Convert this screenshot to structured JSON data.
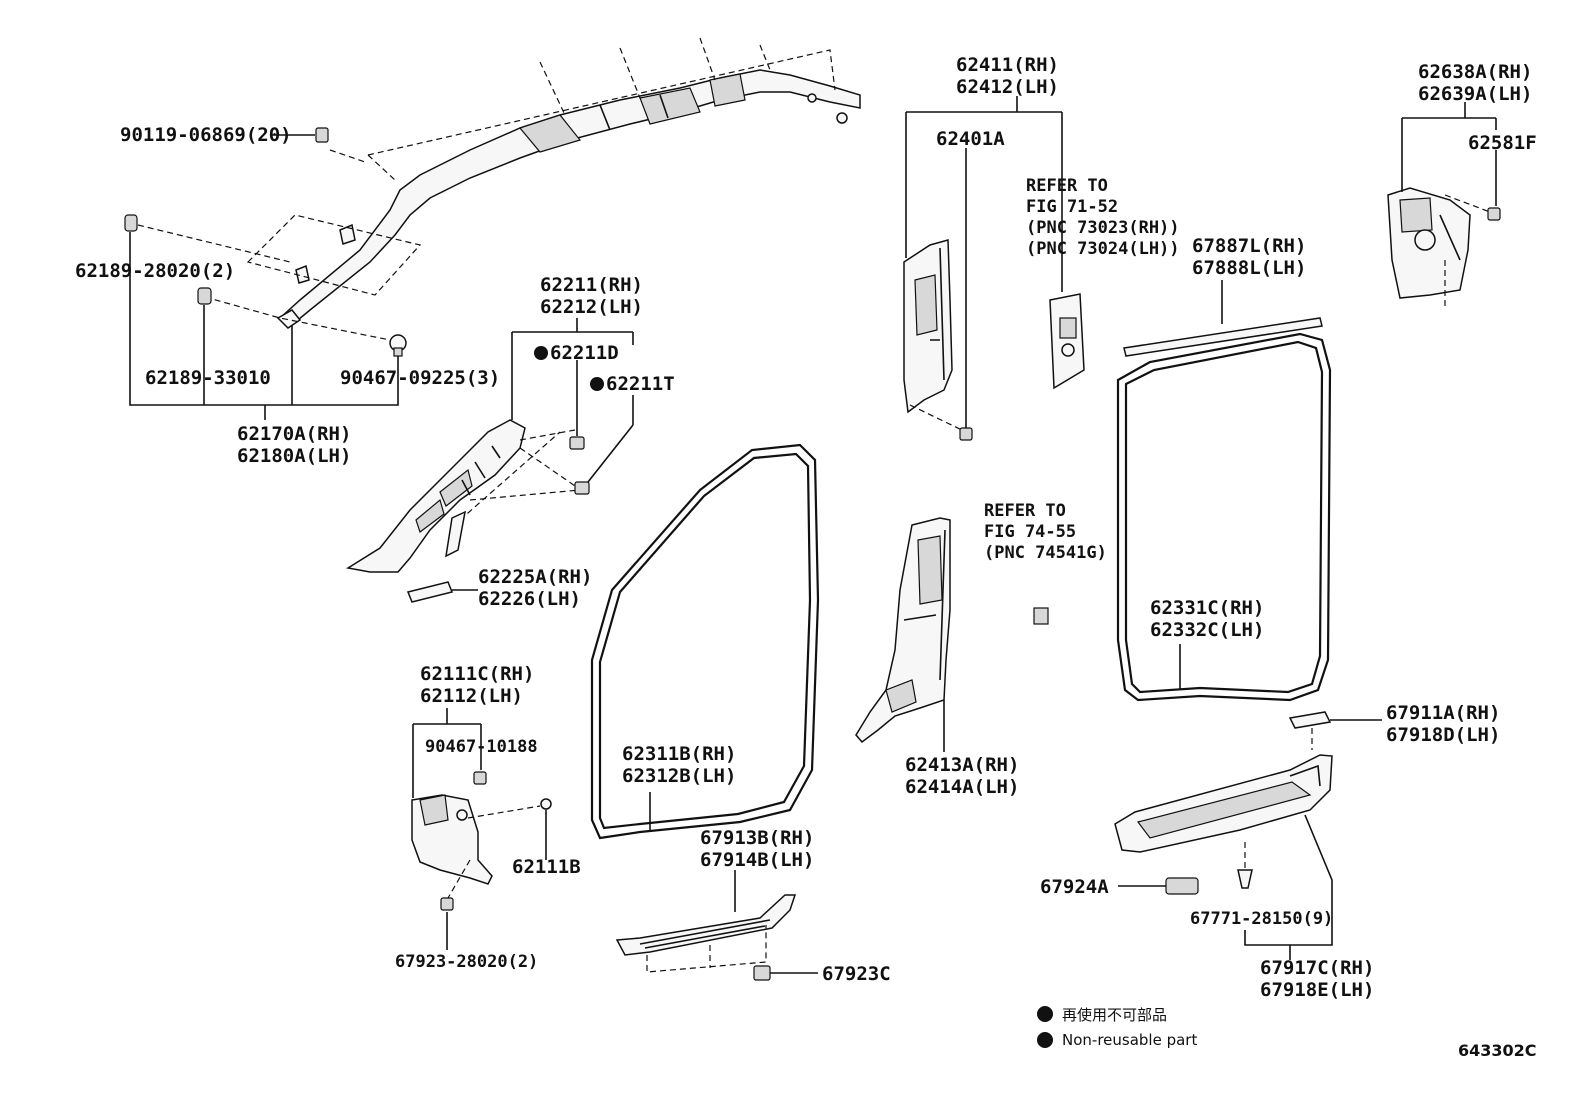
{
  "labels": {
    "p90119": "90119-06869(20)",
    "p62189a": "62189-28020(2)",
    "p62189b": "62189-33010",
    "p90467a": "90467-09225(3)",
    "p62170": "62170A(RH)",
    "p62180": "62180A(LH)",
    "p62211": "62211(RH)",
    "p62212": "62212(LH)",
    "p62211d": "62211D",
    "p62211t": "62211T",
    "p62225": "62225A(RH)",
    "p62226": "62226(LH)",
    "p62111c": "62111C(RH)",
    "p62112": "62112(LH)",
    "p90467b": "90467-10188",
    "p62111b": "62111B",
    "p67923a": "67923-28020(2)",
    "p62311": "62311B(RH)",
    "p62312": "62312B(LH)",
    "p67913": "67913B(RH)",
    "p67914": "67914B(LH)",
    "p67923c": "67923C",
    "p62411": "62411(RH)",
    "p62412": "62412(LH)",
    "p62401": "62401A",
    "p62413": "62413A(RH)",
    "p62414": "62414A(LH)",
    "p62638": "62638A(RH)",
    "p62639": "62639A(LH)",
    "p62581": "62581F",
    "p67887": "67887L(RH)",
    "p67888": "67888L(LH)",
    "p62331": "62331C(RH)",
    "p62332": "62332C(LH)",
    "p67911": "67911A(RH)",
    "p67918d": "67918D(LH)",
    "p67924": "67924A",
    "p67771": "67771-28150(9)",
    "p67917": "67917C(RH)",
    "p67918e": "67918E(LH)"
  },
  "refer1": [
    "REFER TO",
    "FIG 71-52",
    "(PNC 73023(RH))",
    "(PNC 73024(LH))"
  ],
  "refer2": [
    "REFER TO",
    "FIG 74-55",
    "(PNC 74541G)"
  ],
  "legend": {
    "jp": "再使用不可部品",
    "en": "Non-reusable part"
  },
  "code": "643302C"
}
